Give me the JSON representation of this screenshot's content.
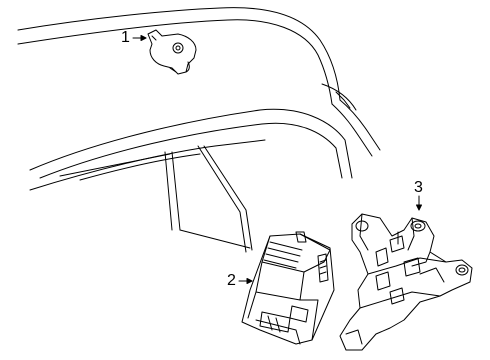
{
  "diagram": {
    "callouts": [
      {
        "id": "callout-1",
        "label": "1"
      },
      {
        "id": "callout-2",
        "label": "2"
      },
      {
        "id": "callout-3",
        "label": "3"
      }
    ],
    "colors": {
      "line": "#000000",
      "background": "#ffffff"
    }
  }
}
